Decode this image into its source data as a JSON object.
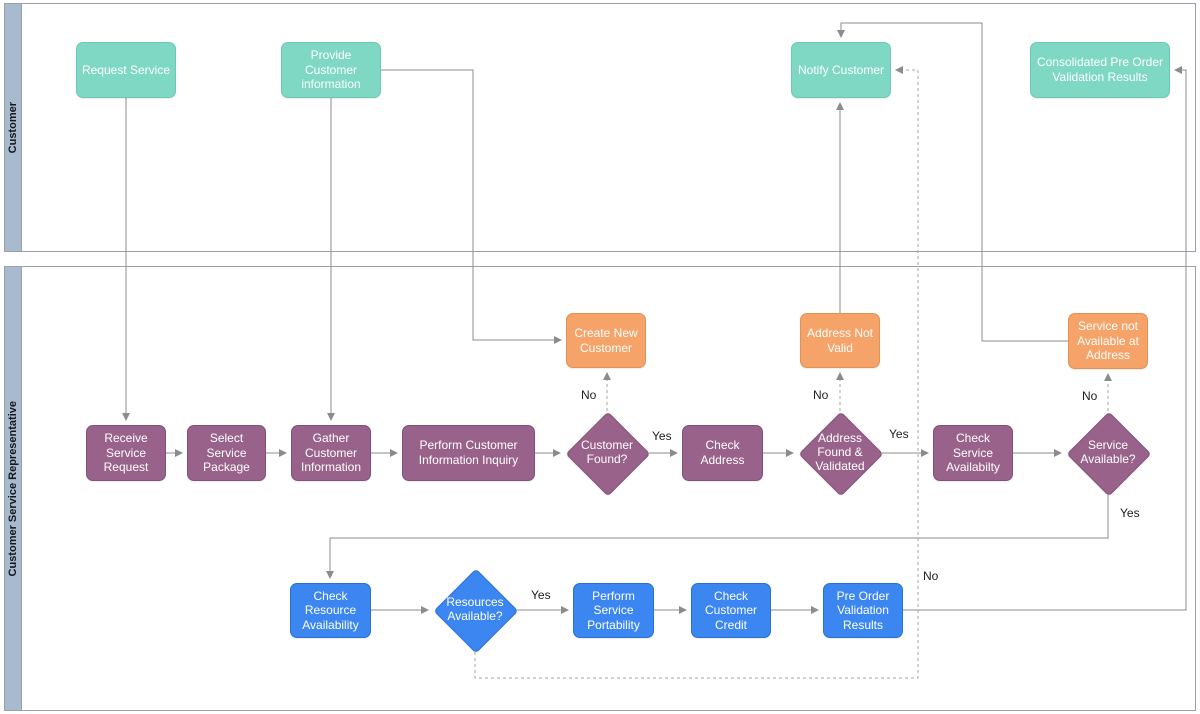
{
  "lanes": [
    {
      "label": "Customer"
    },
    {
      "label": "Customer Service Representative"
    }
  ],
  "nodes": {
    "request_service": "Request Service",
    "provide_customer_information": "Provide Customer information",
    "notify_customer": "Notify Customer",
    "consolidated_pre_order_validation_results": "Consolidated Pre Order Validation Results",
    "create_new_customer": "Create New Customer",
    "address_not_valid": "Address Not Valid",
    "service_not_available_at_address": "Service not Available at Address",
    "receive_service_request": "Receive Service Request",
    "select_service_package": "Select Service Package",
    "gather_customer_information": "Gather Customer Information",
    "perform_customer_information_inquiry": "Perform Customer Information Inquiry",
    "customer_found": "Customer Found?",
    "check_address": "Check Address",
    "address_found_validated": "Address Found & Validated",
    "check_service_availabilty": "Check Service Availabilty",
    "service_available": "Service Available?",
    "check_resource_availability": "Check Resource Availability",
    "resources_available": "Resources Available?",
    "perform_service_portability": "Perform Service Portability",
    "check_customer_credit": "Check Customer Credit",
    "pre_order_validation_results": "Pre Order Validation Results"
  },
  "edge_labels": {
    "customer_found_yes": "Yes",
    "customer_found_no": "No",
    "address_found_yes": "Yes",
    "address_found_no": "No",
    "service_available_yes": "Yes",
    "service_available_no": "No",
    "resources_available_yes": "Yes",
    "resources_available_no": "No"
  },
  "colors": {
    "customer_shape_green": "#7ed8c3",
    "representative_shape_purple": "#99628a",
    "exception_shape_orange": "#f5a368",
    "resource_shape_blue": "#3b86f1",
    "lane_band": "#a8bacd",
    "lane_border": "#98a0a8",
    "connector_gray": "#8c8c8c",
    "label_text": "#1d1d1d",
    "shape_text": "#ffffff"
  }
}
